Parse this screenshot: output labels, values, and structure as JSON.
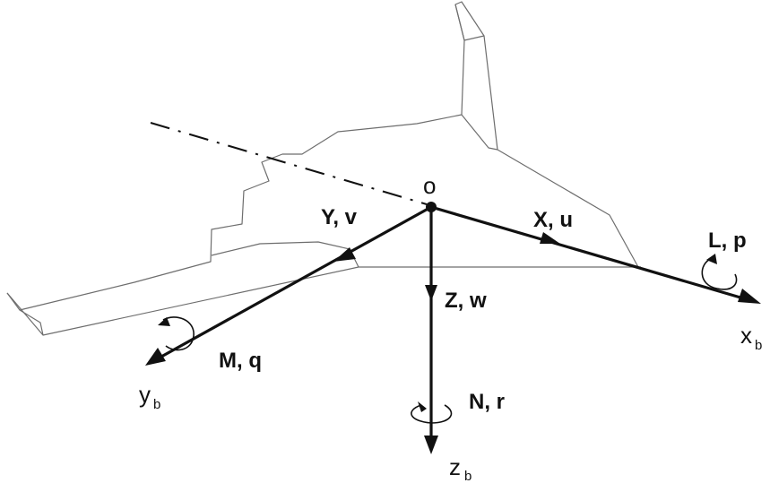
{
  "origin_label": "o",
  "axes": {
    "x": {
      "force_label": "X, u",
      "moment_label": "L, p",
      "axis_main": "x",
      "axis_sub": "b"
    },
    "y": {
      "force_label": "Y, v",
      "moment_label": "M, q",
      "axis_main": "y",
      "axis_sub": "b"
    },
    "z": {
      "force_label": "Z, w",
      "moment_label": "N, r",
      "axis_main": "z",
      "axis_sub": "b"
    }
  }
}
